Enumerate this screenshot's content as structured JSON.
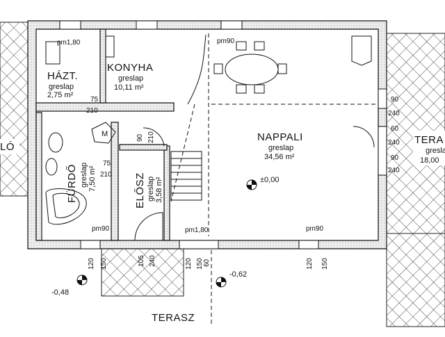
{
  "rooms": {
    "hazt": {
      "name": "HÁZT.",
      "floor": "greslap",
      "area": "2,75 m²"
    },
    "konyha": {
      "name": "KONYHA",
      "floor": "greslap",
      "area": "10,11 m²"
    },
    "nappali": {
      "name": "NAPPALI",
      "floor": "greslap",
      "area": "34,56 m²"
    },
    "furdo": {
      "name": "FÜRDŐ",
      "floor": "greslap",
      "area": "7,50 m²"
    },
    "elosz": {
      "name": "ELŐSZ",
      "floor": "greslap",
      "area": "3,58 m²"
    },
    "terasz_right": {
      "name": "TERA",
      "area": "18,00"
    },
    "terasz_right_floor": "greslap",
    "terasz_bottom": {
      "name": "TERASZ"
    },
    "left_partial": "LÓ"
  },
  "labels": {
    "pm_hazt": "pm1,80",
    "pm_nappali_top": "pm90",
    "pm_furdo": "pm90",
    "pm_entry": "pm1,80",
    "pm_nappali_bottom": "pm90",
    "level_zero": "±0,00",
    "level_left": "-0,48",
    "level_right": "-0,62",
    "appliance": "M"
  },
  "dims": {
    "d75_kitchen": "75",
    "d210_kitchen": "210",
    "d90_v": "90",
    "d210_v": "210",
    "d75_bath": "75",
    "d210_bath": "210",
    "right_90a": "90",
    "right_240a": "240",
    "right_60": "60",
    "right_240b": "240",
    "right_90b": "90",
    "right_240c": "240",
    "bot_120a": "120",
    "bot_150a": "150",
    "bot_105": "105",
    "bot_240": "240",
    "bot_120b": "120",
    "bot_150b": "150",
    "bot_60": "60",
    "bot_120c": "120",
    "bot_150c": "150"
  }
}
